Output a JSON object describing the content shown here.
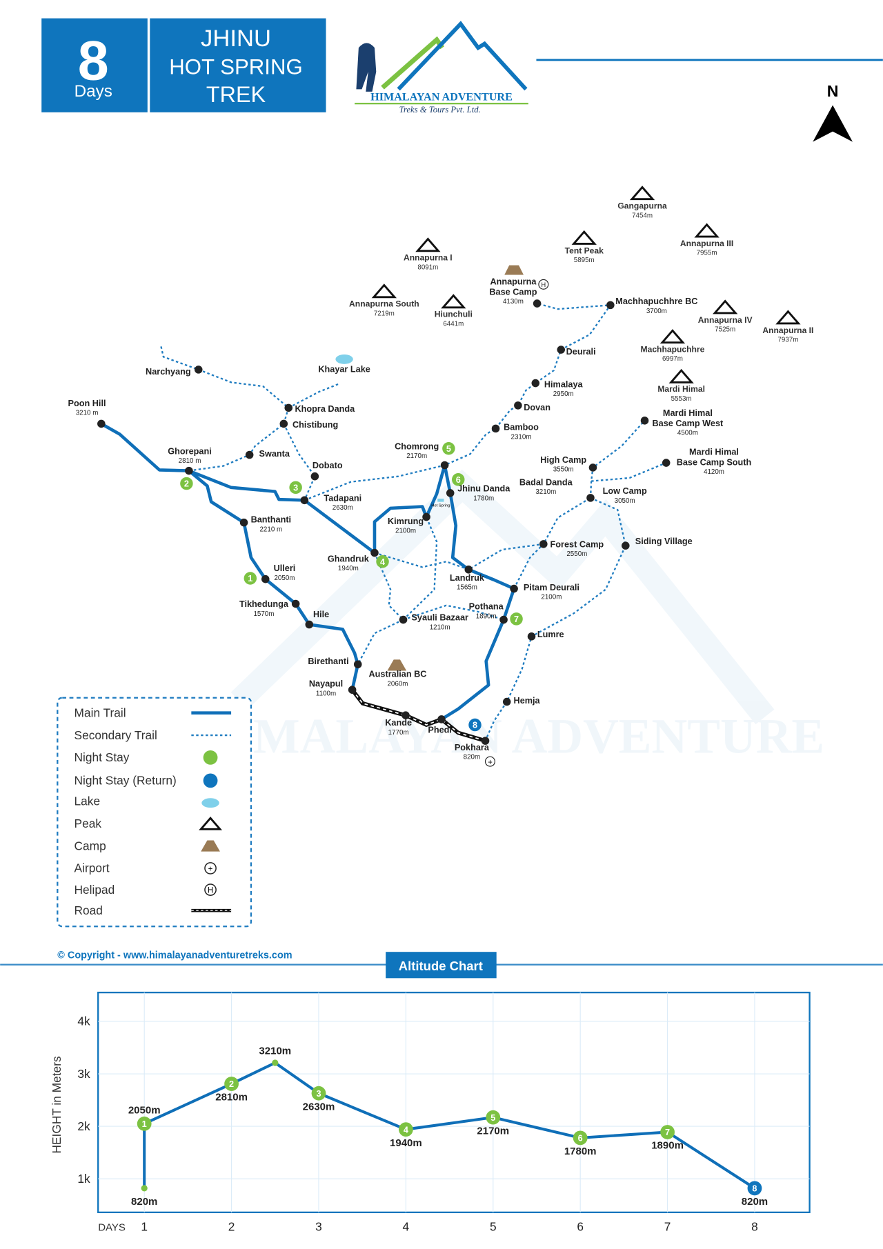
{
  "header": {
    "days_number": "8",
    "days_label": "Days",
    "title_line1": "JHINU",
    "title_line2": "HOT SPRING",
    "title_line3": "TREK",
    "logo_name": "HIMALAYAN ADVENTURE",
    "logo_sub": "Treks & Tours Pvt. Ltd.",
    "north": "N"
  },
  "colors": {
    "brand_blue": "#0f75bd",
    "night_green": "#7cc242",
    "trail": "#0f6fb8"
  },
  "places": [
    {
      "name": "Poon Hill",
      "elev": "3210 m"
    },
    {
      "name": "Ghorepani",
      "elev": "2810 m"
    },
    {
      "name": "Narchyang"
    },
    {
      "name": "Khayar Lake"
    },
    {
      "name": "Khopra Danda"
    },
    {
      "name": "Chistibung"
    },
    {
      "name": "Swanta"
    },
    {
      "name": "Dobato"
    },
    {
      "name": "Tadapani",
      "elev": "2630m"
    },
    {
      "name": "Banthanti",
      "elev": "2210 m"
    },
    {
      "name": "Ulleri",
      "elev": "2050m"
    },
    {
      "name": "Tikhedunga",
      "elev": "1570m"
    },
    {
      "name": "Hile"
    },
    {
      "name": "Birethanti"
    },
    {
      "name": "Nayapul",
      "elev": "1100m"
    },
    {
      "name": "Kande",
      "elev": "1770m"
    },
    {
      "name": "Phedi"
    },
    {
      "name": "Pokhara",
      "elev": "820m"
    },
    {
      "name": "Ghandruk",
      "elev": "1940m"
    },
    {
      "name": "Kimrung",
      "elev": "2100m"
    },
    {
      "name": "Landruk",
      "elev": "1565m"
    },
    {
      "name": "Syauli Bazaar",
      "elev": "1210m"
    },
    {
      "name": "Australian BC",
      "elev": "2060m"
    },
    {
      "name": "Chomrong",
      "elev": "2170m"
    },
    {
      "name": "Jhinu Danda",
      "elev": "1780m"
    },
    {
      "name": "Bamboo",
      "elev": "2310m"
    },
    {
      "name": "Dovan"
    },
    {
      "name": "Himalaya",
      "elev": "2950m"
    },
    {
      "name": "Deurali"
    },
    {
      "name": "Annapurna",
      "name2": "Base Camp",
      "elev": "4130m"
    },
    {
      "name": "Machhapuchhre BC",
      "elev": "3700m"
    },
    {
      "name": "Pothana",
      "elev": "1890m"
    },
    {
      "name": "Pitam Deurali",
      "elev": "2100m"
    },
    {
      "name": "Forest Camp",
      "elev": "2550m"
    },
    {
      "name": "Badal Danda",
      "elev": "3210m"
    },
    {
      "name": "High Camp",
      "elev": "3550m"
    },
    {
      "name": "Low Camp",
      "elev": "3050m"
    },
    {
      "name": "Siding Village"
    },
    {
      "name": "Mardi Himal",
      "name2": "Base Camp West",
      "elev": "4500m"
    },
    {
      "name": "Mardi Himal",
      "name2": "Base Camp South",
      "elev": "4120m"
    },
    {
      "name": "Lumre"
    },
    {
      "name": "Hemja"
    },
    {
      "name": "Hot Spring"
    }
  ],
  "peaks": [
    {
      "name": "Gangapurna",
      "elev": "7454m"
    },
    {
      "name": "Annapurna III",
      "elev": "7955m"
    },
    {
      "name": "Tent Peak",
      "elev": "5895m"
    },
    {
      "name": "Annapurna I",
      "elev": "8091m"
    },
    {
      "name": "Annapurna South",
      "elev": "7219m"
    },
    {
      "name": "Hiunchuli",
      "elev": "6441m"
    },
    {
      "name": "Annapurna IV",
      "elev": "7525m"
    },
    {
      "name": "Annapurna II",
      "elev": "7937m"
    },
    {
      "name": "Machhapuchhre",
      "elev": "6997m"
    },
    {
      "name": "Mardi Himal",
      "elev": "5553m"
    }
  ],
  "night_stays": [
    "1",
    "2",
    "3",
    "4",
    "5",
    "6",
    "7",
    "8"
  ],
  "legend": [
    "Main Trail",
    "Secondary Trail",
    "Night Stay",
    "Night Stay (Return)",
    "Lake",
    "Peak",
    "Camp",
    "Airport",
    "Helipad",
    "Road"
  ],
  "watermark": "HIMALAYAN ADVENTURE",
  "copyright": "© Copyright - www.himalayanadventuretreks.com",
  "chart_data": {
    "type": "line",
    "title": "Altitude Chart",
    "ylabel": "HEIGHT in Meters",
    "xlabel": "DAYS",
    "x_ticks": [
      "1",
      "2",
      "3",
      "4",
      "5",
      "6",
      "7",
      "8"
    ],
    "y_ticks": [
      "1k",
      "2k",
      "3k",
      "4k"
    ],
    "ylim": [
      360,
      4550
    ],
    "xlim": [
      0.47,
      8.63
    ],
    "points": [
      {
        "day": 1,
        "alt": 820,
        "label": "820m",
        "marker": ""
      },
      {
        "day": 1,
        "alt": 2050,
        "label": "2050m",
        "marker": "1"
      },
      {
        "day": 2,
        "alt": 2810,
        "label": "2810m",
        "marker": "2"
      },
      {
        "day": 2.5,
        "alt": 3210,
        "label": "3210m",
        "marker": ""
      },
      {
        "day": 3,
        "alt": 2630,
        "label": "2630m",
        "marker": "3"
      },
      {
        "day": 4,
        "alt": 1940,
        "label": "1940m",
        "marker": "4"
      },
      {
        "day": 5,
        "alt": 2170,
        "label": "2170m",
        "marker": "5"
      },
      {
        "day": 6,
        "alt": 1780,
        "label": "1780m",
        "marker": "6"
      },
      {
        "day": 7,
        "alt": 1890,
        "label": "1890m",
        "marker": "7"
      },
      {
        "day": 8,
        "alt": 820,
        "label": "820m",
        "marker": "8"
      }
    ]
  }
}
